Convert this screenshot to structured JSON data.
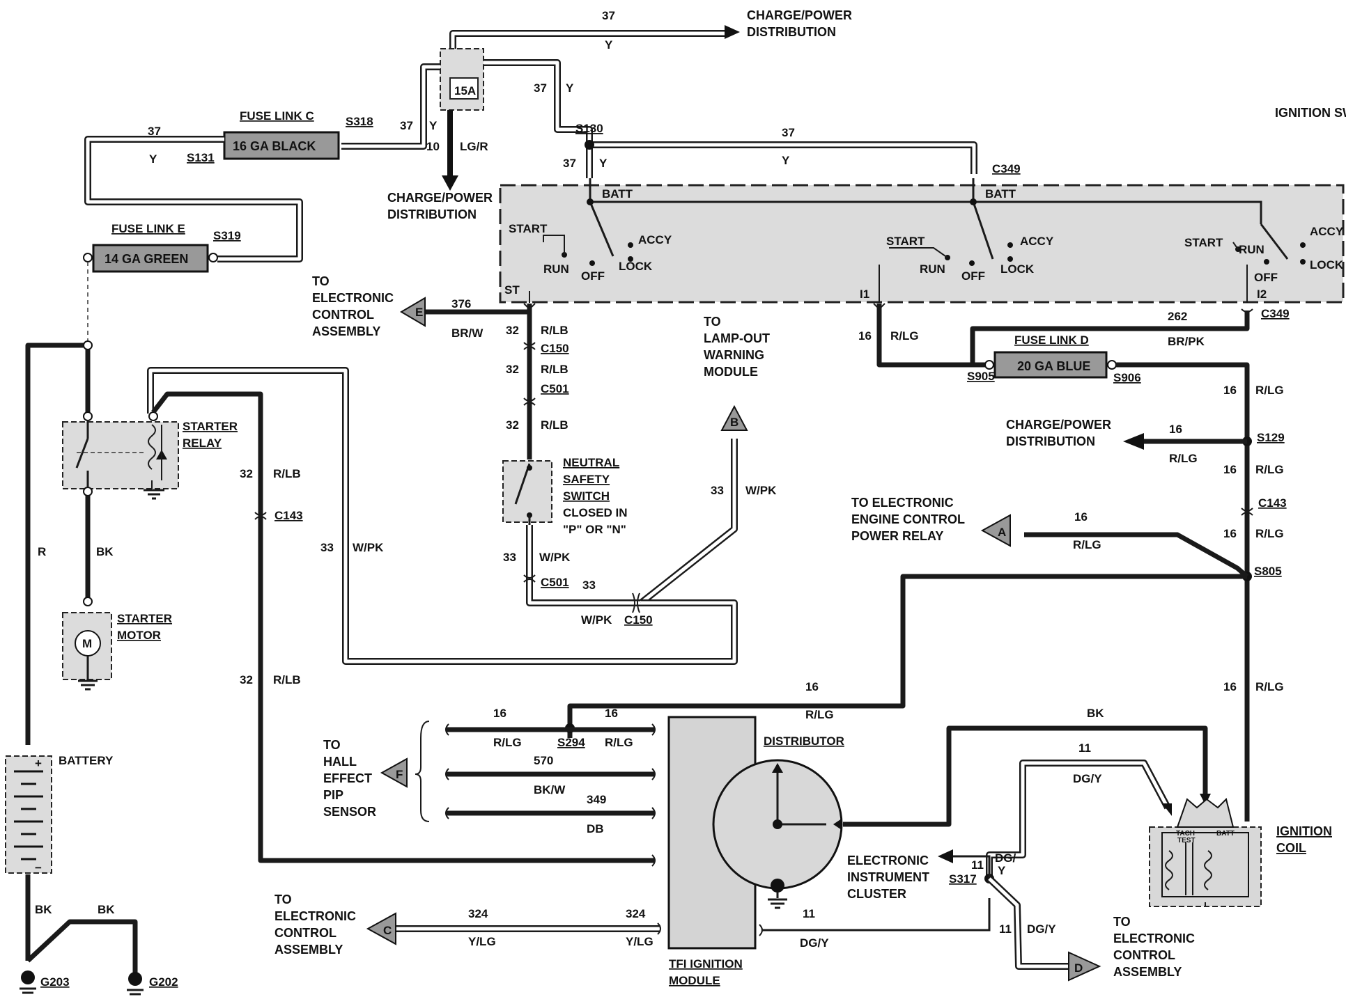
{
  "diagram": {
    "components": {
      "ignition_switch": "IGNITION\nSWITCH",
      "fuse_link_c": "FUSE LINK C",
      "fuse_link_c_spec": "16 GA BLACK",
      "fuse_link_e": "FUSE LINK E",
      "fuse_link_e_spec": "14 GA GREEN",
      "fuse_link_d": "FUSE LINK D",
      "fuse_link_d_spec": "20 GA BLUE",
      "fuse_15a": "15A",
      "starter_relay": "STARTER\nRELAY",
      "starter_motor": "STARTER\nMOTOR",
      "motor_symbol": "M",
      "battery": "BATTERY",
      "neutral_safety_switch": "NEUTRAL\nSAFETY\nSWITCH",
      "nss_note": "CLOSED IN\n\"P\" OR \"N\"",
      "distributor": "DISTRIBUTOR",
      "tfi_module": "TFI IGNITION\nMODULE",
      "ignition_coil": "IGNITION\nCOIL",
      "coil_tach": "TACH\nTEST",
      "coil_batt": "BATT"
    },
    "destinations": {
      "charge_power_top": "CHARGE/POWER\nDISTRIBUTION",
      "charge_power_mid": "CHARGE/POWER\nDISTRIBUTION",
      "charge_power_right": "CHARGE/POWER\nDISTRIBUTION",
      "eca_left": "TO\nELECTRONIC\nCONTROL\nASSEMBLY",
      "lamp_out": "TO\nLAMP-OUT\nWARNING\nMODULE",
      "eec_relay": "TO ELECTRONIC\nENGINE CONTROL\nPOWER RELAY",
      "hall_effect": "TO\nHALL\nEFFECT\nPIP\nSENSOR",
      "eca_bottom": "TO\nELECTRONIC\nCONTROL\nASSEMBLY",
      "instrument_cluster": "ELECTRONIC\nINSTRUMENT\nCLUSTER",
      "eca_bottom_right": "TO\nELECTRONIC\nCONTROL\nASSEMBLY"
    },
    "flags": {
      "E": "E",
      "B": "B",
      "A": "A",
      "F": "F",
      "C": "C",
      "D": "D"
    },
    "switch_positions": {
      "batt": "BATT",
      "start": "START",
      "run": "RUN",
      "off": "OFF",
      "accy": "ACCY",
      "lock": "LOCK",
      "st": "ST",
      "i1": "I1",
      "i2": "I2"
    },
    "connectors": {
      "s318": "S318",
      "s131": "S131",
      "s319": "S319",
      "s130": "S130",
      "c349a": "C349",
      "c349b": "C349",
      "c150a": "C150",
      "c501a": "C501",
      "c501b": "C501",
      "c150b": "C150",
      "c143a": "C143",
      "c143b": "C143",
      "s905": "S905",
      "s906": "S906",
      "s129": "S129",
      "s805": "S805",
      "s294": "S294",
      "s317": "S317",
      "g203": "G203",
      "g202": "G202"
    },
    "wires": {
      "w37": "37",
      "y": "Y",
      "w10": "10",
      "lgr": "LG/R",
      "w376": "376",
      "brw": "BR/W",
      "w32": "32",
      "rlb": "R/LB",
      "w33": "33",
      "wpk": "W/PK",
      "w16": "16",
      "rlg": "R/LG",
      "w262": "262",
      "brpk": "BR/PK",
      "r": "R",
      "bk": "BK",
      "w570": "570",
      "bkw": "BK/W",
      "w349": "349",
      "db": "DB",
      "w324": "324",
      "ylg": "Y/LG",
      "w11": "11",
      "dgy": "DG/Y",
      "dg": "DG/",
      "yy": "Y"
    }
  }
}
